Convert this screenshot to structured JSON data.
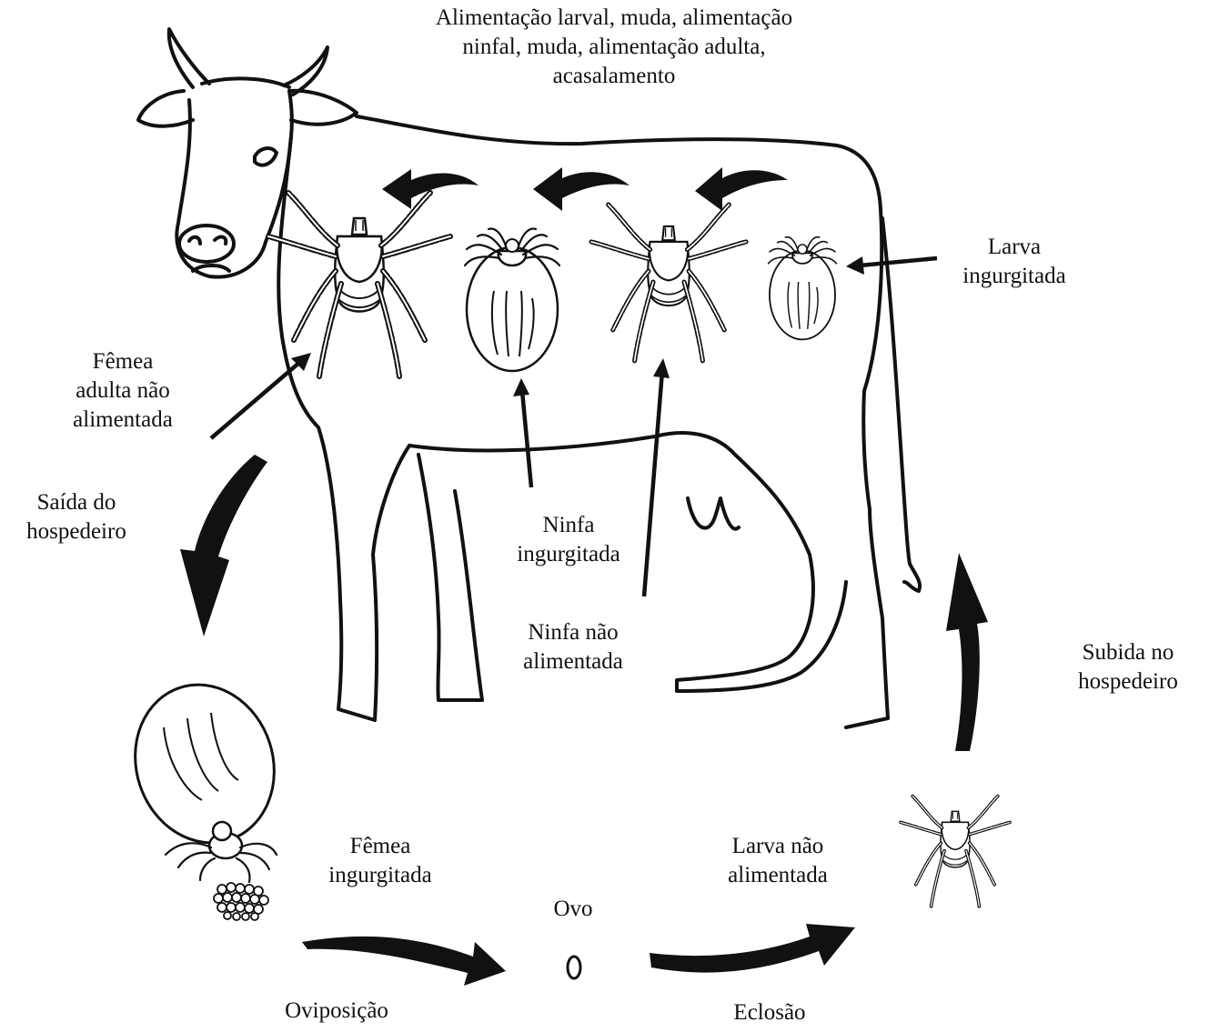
{
  "labels": {
    "top": [
      "Alimentação larval, muda, alimentação",
      "ninfal, muda, alimentação adulta,",
      "acasalamento"
    ],
    "larva_ingurgitada": [
      "Larva",
      "ingurgitada"
    ],
    "femea_adulta": [
      "Fêmea",
      "adulta não",
      "alimentada"
    ],
    "saida": [
      "Saída do",
      "hospedeiro"
    ],
    "ninfa_ingurgitada": [
      "Ninfa",
      "ingurgitada"
    ],
    "ninfa_nao_alimentada": [
      "Ninfa não",
      "alimentada"
    ],
    "subida": [
      "Subida no",
      "hospedeiro"
    ],
    "femea_ingurgitada": [
      "Fêmea",
      "ingurgitada"
    ],
    "ovo": "Ovo",
    "larva_nao_alimentada": [
      "Larva não",
      "alimentada"
    ],
    "oviposicao": "Oviposição",
    "eclosao": "Eclosão"
  },
  "colors": {
    "ink": "#111111",
    "background": "#ffffff"
  },
  "icons": [
    "cow-illustration",
    "adult-tick-icon",
    "engorged-tick-icon",
    "egg-icon",
    "egg-cluster-icon",
    "curved-arrow-icon"
  ]
}
